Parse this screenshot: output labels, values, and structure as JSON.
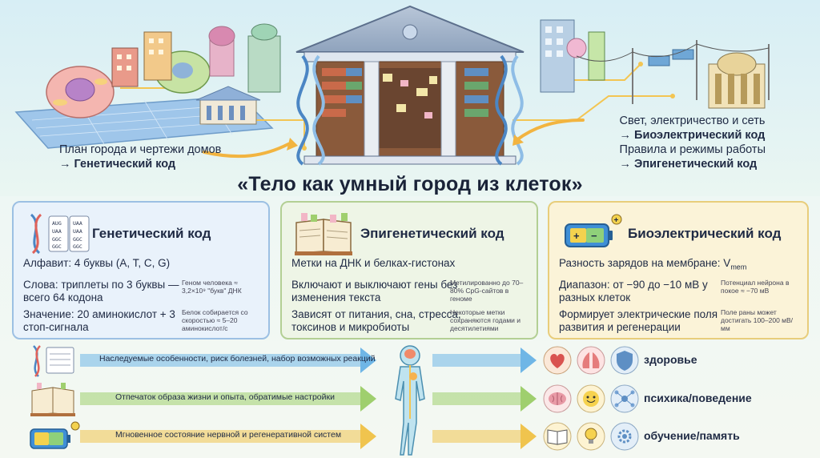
{
  "callouts": {
    "left": {
      "line1": "План города и чертежи домов",
      "line2": "→ Генетический код"
    },
    "right": {
      "line1": "Свет, электричество и сеть",
      "line2": "→ Биоэлектрический код",
      "line3": "Правила и режимы работы",
      "line4": "→ Эпигенетический код"
    }
  },
  "title": "«Тело как умный город из клеток»",
  "icons": {
    "gen_card": "dna-codon-icon",
    "epi_card": "tagged-book-icon",
    "bio_card": "battery-icon",
    "dna_codon_lines": [
      "AUG",
      "UAA",
      "UAA",
      "UAA",
      "GGC",
      "GGC",
      "GGC",
      "GGC"
    ]
  },
  "cards": {
    "genetic": {
      "title": "Генетический код",
      "rows": [
        {
          "text": "Алфавит: 4 буквы (A, T, C, G)",
          "note": ""
        },
        {
          "text": "Слова: триплеты по 3 буквы — всего 64 кодона",
          "note": "Геном человека ≈ 3,2×10⁹ \"букв\" ДНК"
        },
        {
          "text": "Значение: 20 аминокислот + 3 стоп-сигнала",
          "note": "Белок собирается со скоростью ≈ 5–20 аминокислот/с"
        }
      ]
    },
    "epigenetic": {
      "title": "Эпигенетический код",
      "rows": [
        {
          "text": "Метки на ДНК и белках-гистонах",
          "note": ""
        },
        {
          "text": "Включают и выключают гены без изменения текста",
          "note": "Метилированно до 70–80% CpG-сайтов в геноме"
        },
        {
          "text": "Зависят от питания, сна, стресса, токсинов и микробиоты",
          "note": "Некоторые метки сохраняются годами и десятилетиями"
        }
      ]
    },
    "bioelectric": {
      "title": "Биоэлектрический код",
      "rows": [
        {
          "text": "Разность зарядов на мембране: V",
          "sub": "mem",
          "note": ""
        },
        {
          "text": "Диапазон: от −90 до −10 мВ у разных клеток",
          "note": "Потенциал нейрона в покое ≈ −70 мВ"
        },
        {
          "text": "Формирует электрические поля развития и регенерации",
          "note": "Поле раны может достигать 100–200 мВ/мм"
        }
      ]
    }
  },
  "flows": [
    {
      "label": "Наследуемые особенности, риск болезней, набор возможных реакций",
      "outcome": "здоровье",
      "icons": [
        "heart-icon",
        "lungs-icon",
        "shield-icon"
      ],
      "color": "#6fb6e6"
    },
    {
      "label": "Отпечаток образа жизни и опыта, обратимые настройки",
      "outcome": "психика/поведение",
      "icons": [
        "brain-icon",
        "smile-icon",
        "network-icon"
      ],
      "color": "#9fcf6e"
    },
    {
      "label": "Мгновенное состояние нервной и регенеративной систем",
      "outcome": "обучение/память",
      "icons": [
        "book-icon",
        "lightbulb-icon",
        "gear-icon"
      ],
      "color": "#f0c44e"
    }
  ],
  "colors": {
    "blue": "#6fb6e6",
    "green": "#9fcf6e",
    "yellow": "#f0c44e",
    "ink": "#1f2a44"
  }
}
